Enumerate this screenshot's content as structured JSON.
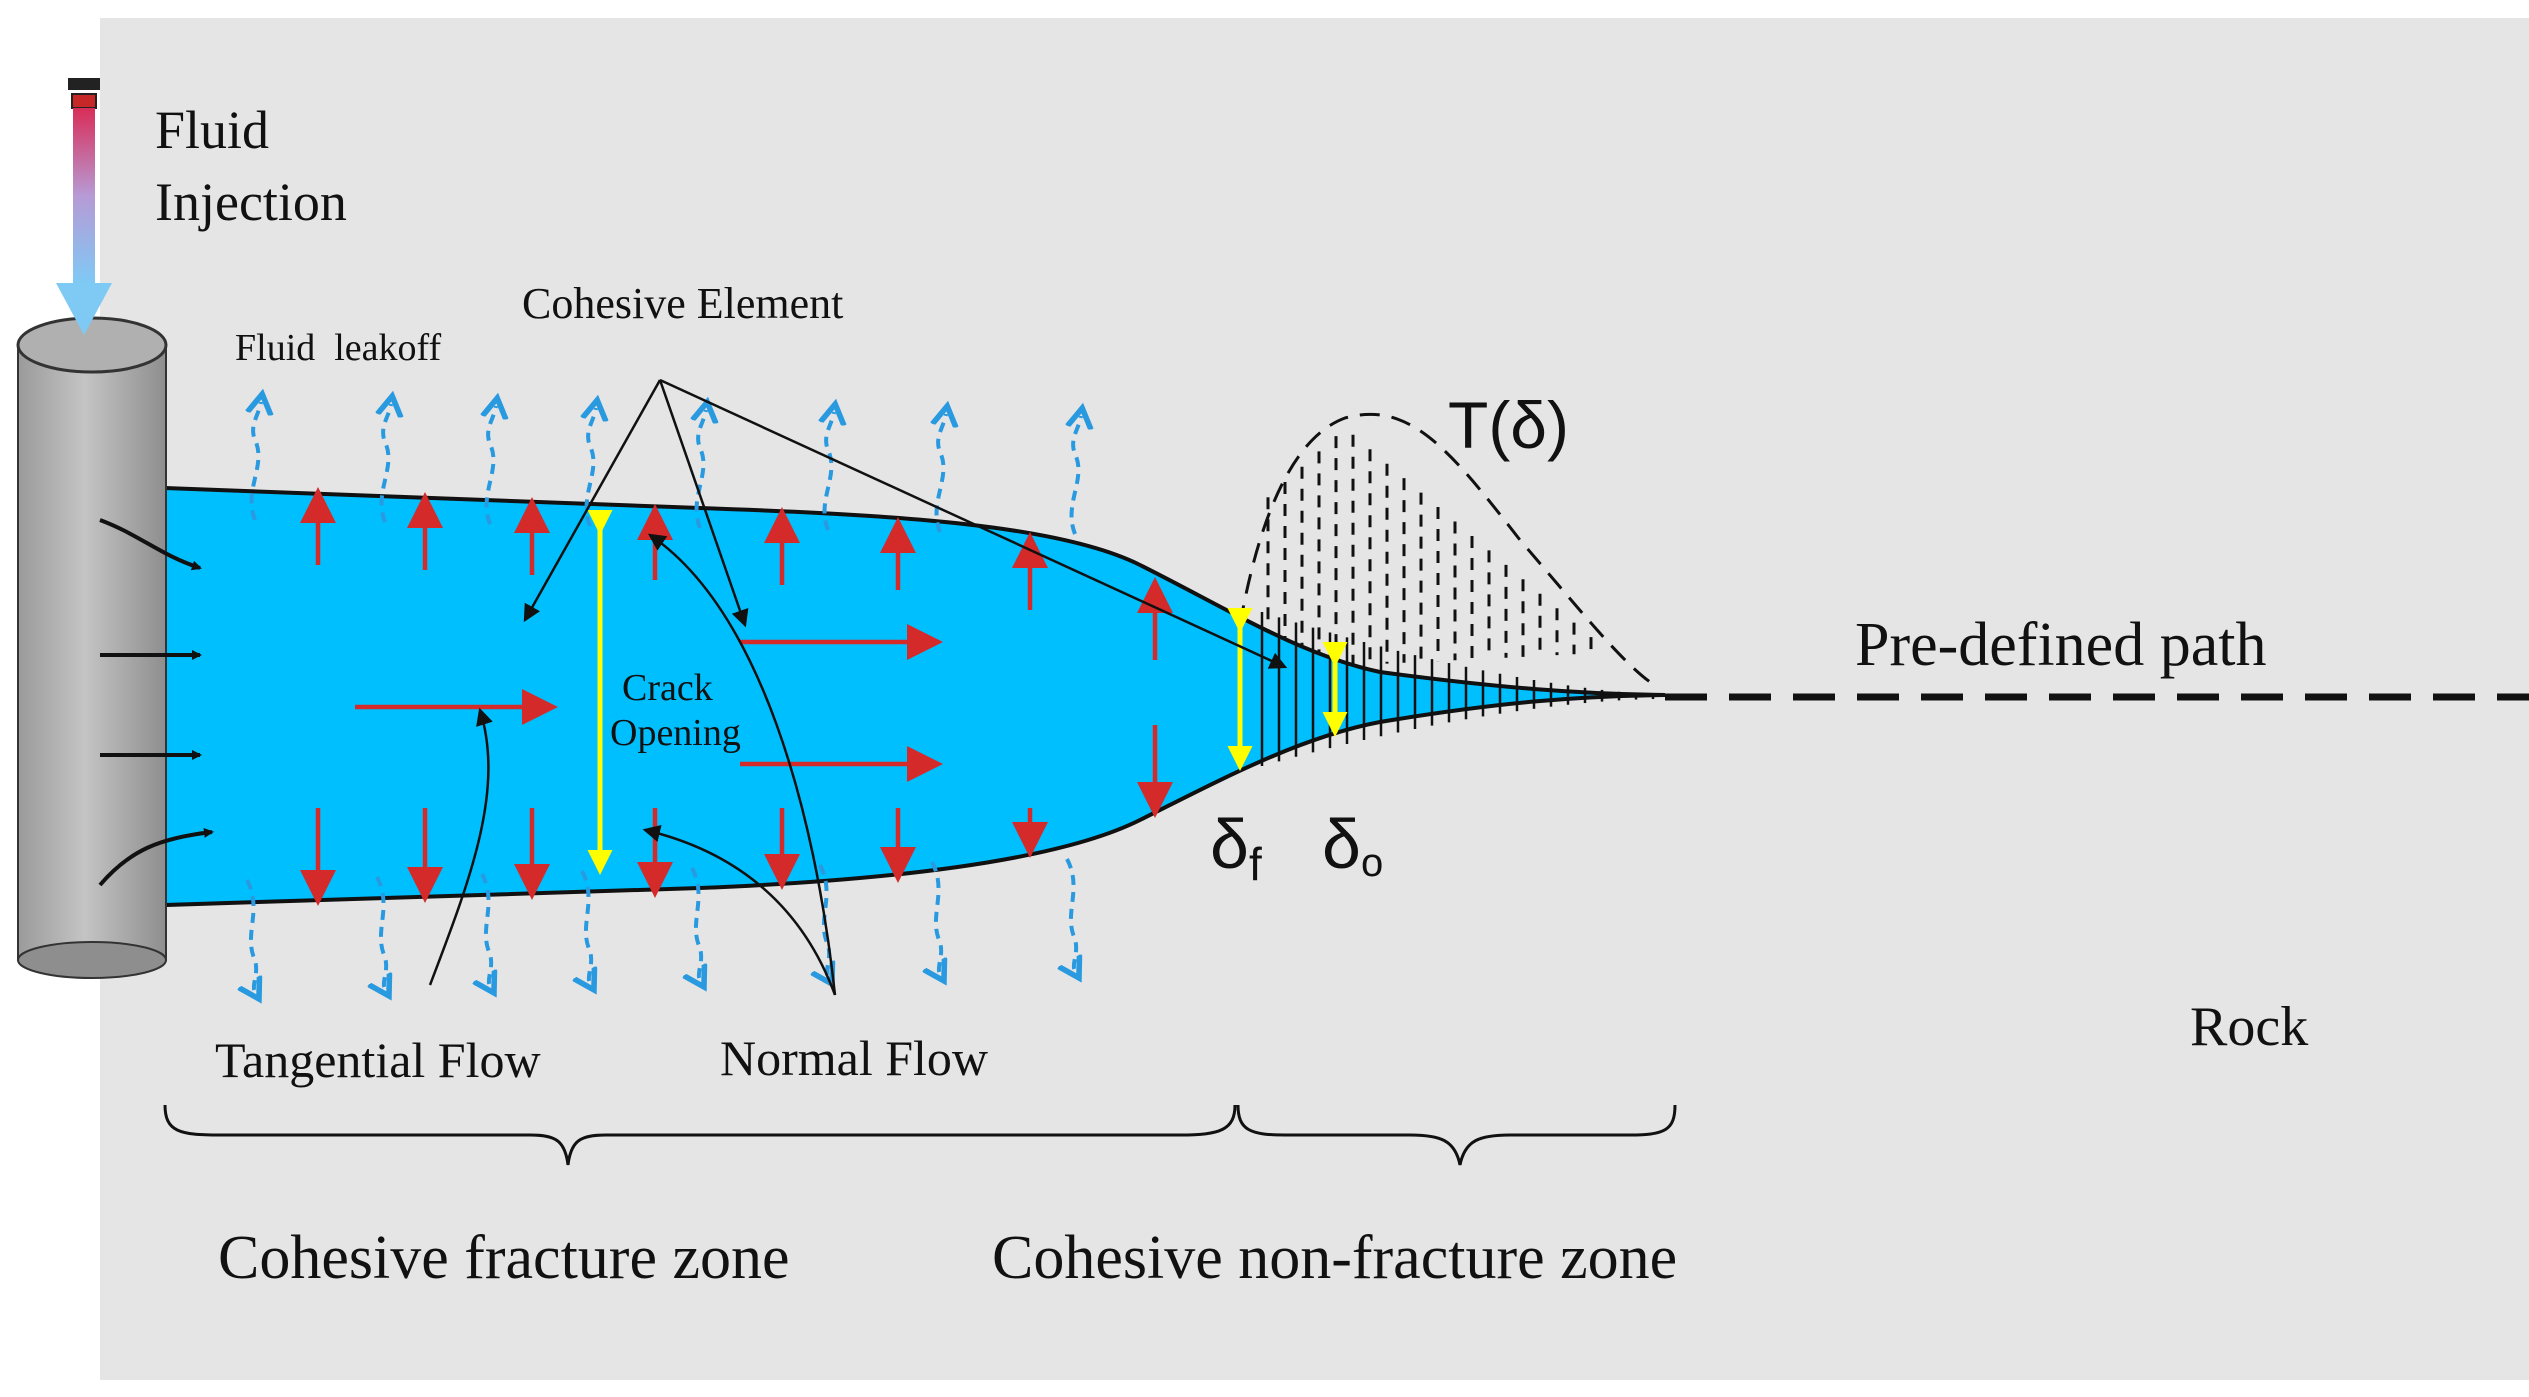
{
  "labels": {
    "fluid_injection_line1": "Fluid",
    "fluid_injection_line2": "Injection",
    "fluid_leakoff": "Fluid  leakoff",
    "cohesive_element": "Cohesive Element",
    "traction": "T(δ)",
    "crack_opening_line1": "Crack",
    "crack_opening_line2": "Opening",
    "predefined_path": "Pre-defined path",
    "delta_f": "δ",
    "delta_f_sub": "f",
    "delta_o": "δ",
    "delta_o_sub": "o",
    "tangential_flow": "Tangential Flow",
    "normal_flow": "Normal Flow",
    "rock": "Rock",
    "cohesive_fracture_zone": "Cohesive fracture zone",
    "cohesive_non_fracture_zone": "Cohesive non-fracture zone"
  },
  "colors": {
    "background": "#e5e5e5",
    "fracture_fluid": "#00bfff",
    "normal_arrow": "#d42a2a",
    "leakoff_arrow": "#2a9ae0",
    "opening_arrow": "#ffff00",
    "wellbore": "#a8a8a8",
    "injection_top": "#d92d58",
    "injection_bottom": "#7fc9f5"
  }
}
